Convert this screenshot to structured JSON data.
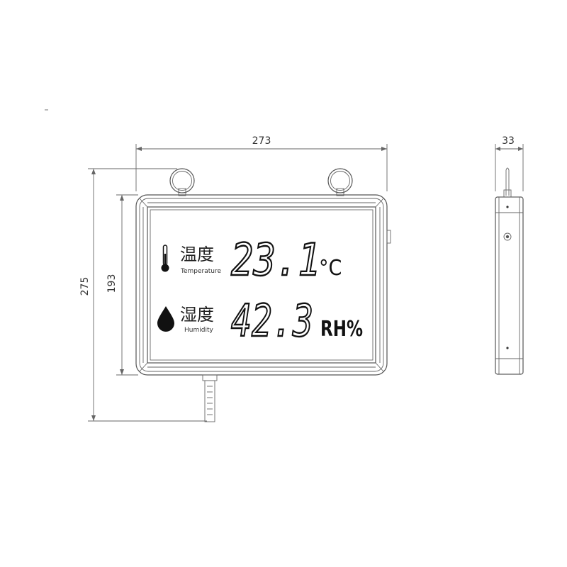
{
  "dimensions": {
    "width": "273",
    "height_total": "275",
    "height_body": "193",
    "depth": "33"
  },
  "display": {
    "temperature": {
      "label_cn": "温度",
      "label_en": "Temperature",
      "value": "23.1",
      "unit": "°C"
    },
    "humidity": {
      "label_cn": "湿度",
      "label_en": "Humidity",
      "value": "42.3",
      "unit": "RH%"
    }
  },
  "icons": {
    "temperature": "thermometer-icon",
    "humidity": "water-drop-icon"
  }
}
